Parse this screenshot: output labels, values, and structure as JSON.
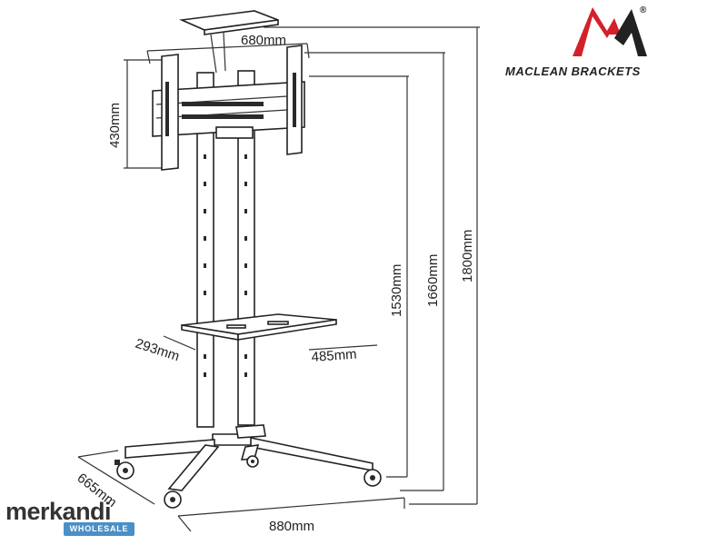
{
  "brand": {
    "name": "MACLEAN BRACKETS",
    "registered_symbol": "®",
    "color_red": "#d4202a",
    "color_dark": "#222222"
  },
  "watermark": {
    "name": "merkandi",
    "badge": "WHOLESALE",
    "badge_color": "#4a90c8"
  },
  "dimensions": {
    "bracket_width": "680mm",
    "bracket_height": "430mm",
    "height_1": "1530mm",
    "height_2": "1660mm",
    "height_3": "1800mm",
    "shelf_depth": "293mm",
    "shelf_width": "485mm",
    "base_width": "880mm",
    "base_depth": "665mm"
  }
}
